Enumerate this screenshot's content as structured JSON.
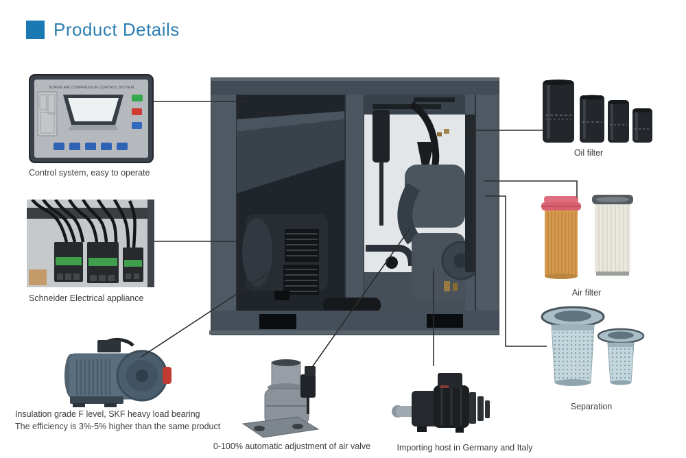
{
  "header": {
    "title": "Product Details",
    "accent_color": "#1a79b3",
    "title_color": "#2e7fb2"
  },
  "palette": {
    "machine_body": "#4c5660",
    "machine_interior_dark": "#20252b",
    "machine_interior_light": "#e3e6e8",
    "callout_line": "#2c2c2c",
    "air_filter_orange": "#d69a4e",
    "air_filter_cap_pink": "#d9606f",
    "separator_blue": "#bdd2d9"
  },
  "figures": {
    "control_system": {
      "caption": "Control system, easy to operate",
      "panel_header": "SCREW AIR COMPRESSOR CONTROL SYSTEM"
    },
    "electrical": {
      "caption": "Schneider Electrical appliance"
    },
    "motor": {
      "caption_line1": "Insulation grade F level,  SKF heavy load bearing",
      "caption_line2": "The efficiency is 3%-5% higher than the same product"
    },
    "air_valve": {
      "caption": "0-100% automatic adjustment of air valve"
    },
    "host": {
      "caption": "Importing host in Germany and Italy"
    },
    "oil_filter": {
      "caption": "Oil filter"
    },
    "air_filter": {
      "caption": "Air filter"
    },
    "separation": {
      "caption": "Separation"
    }
  },
  "machine": {
    "description": "screw air compressor cabinet with open service panels"
  }
}
